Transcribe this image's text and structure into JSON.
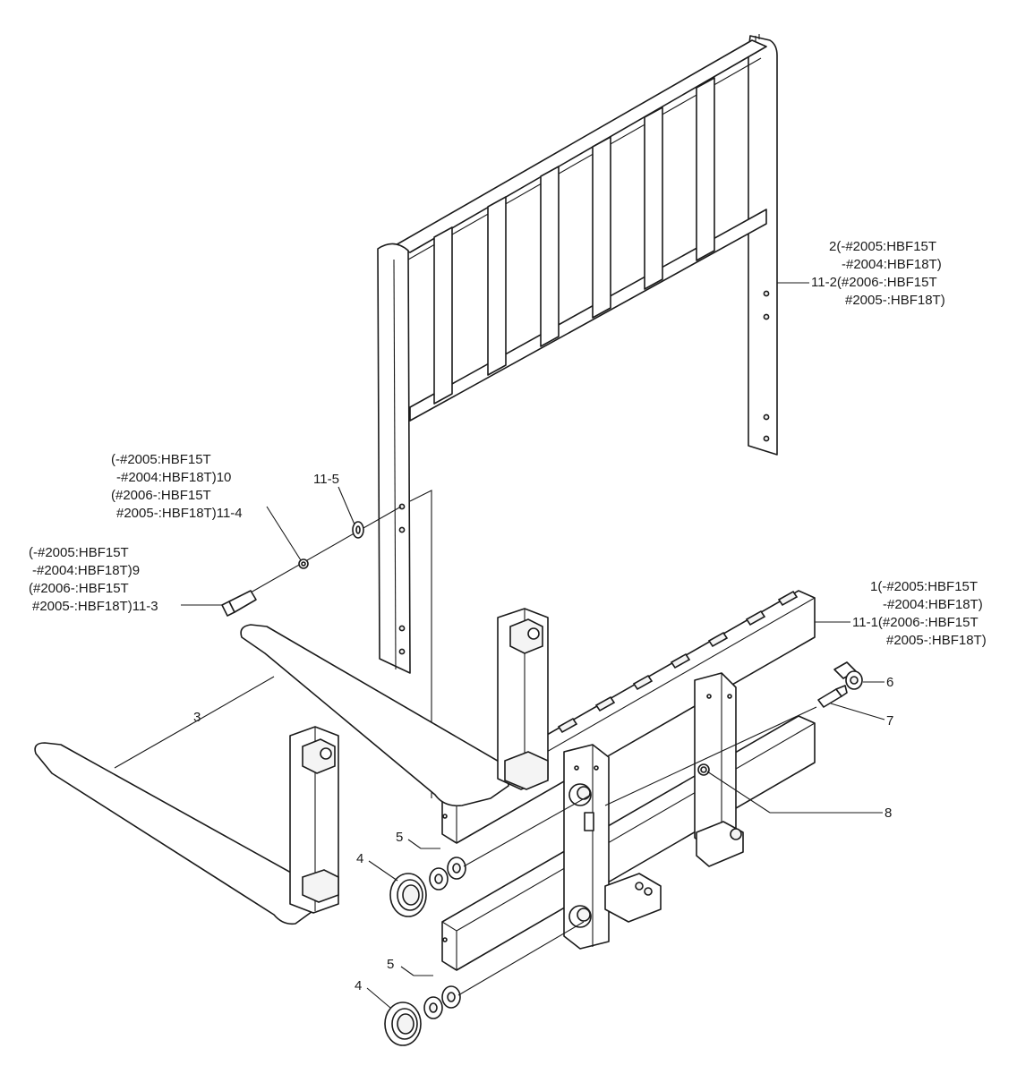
{
  "callouts": {
    "c2": {
      "lines": [
        "2(-#2005:HBF15T",
        "-#2004:HBF18T)",
        "11-2(#2006-:HBF15T",
        "#2005-:HBF18T)"
      ]
    },
    "c10": {
      "lines": [
        "(-#2005:HBF15T",
        "-#2004:HBF18T)10",
        "(#2006-:HBF15T",
        "#2005-:HBF18T)11-4"
      ]
    },
    "c115": {
      "label": "11-5"
    },
    "c9": {
      "lines": [
        "(-#2005:HBF15T",
        "-#2004:HBF18T)9",
        "(#2006-:HBF15T",
        "#2005-:HBF18T)11-3"
      ]
    },
    "c1": {
      "lines": [
        "1(-#2005:HBF15T",
        "-#2004:HBF18T)",
        "11-1(#2006-:HBF15T",
        "#2005-:HBF18T)"
      ]
    },
    "c6": {
      "label": "6"
    },
    "c7": {
      "label": "7"
    },
    "c8": {
      "label": "8"
    },
    "c3": {
      "label": "3"
    },
    "c5a": {
      "label": "5"
    },
    "c4a": {
      "label": "4"
    },
    "c5b": {
      "label": "5"
    },
    "c4b": {
      "label": "4"
    }
  }
}
